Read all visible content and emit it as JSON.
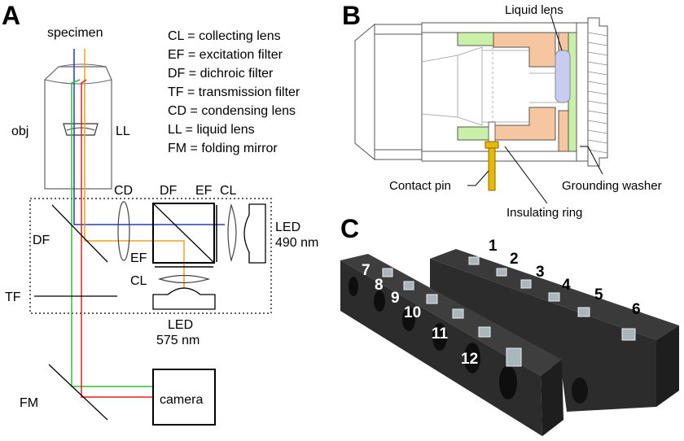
{
  "panels": {
    "a": "A",
    "b": "B",
    "c": "C"
  },
  "panel_a": {
    "specimen": "specimen",
    "legend": [
      "CL = collecting lens",
      "EF = excitation filter",
      "DF = dichroic filter",
      "TF = transmission filter",
      "CD = condensing lens",
      "LL = liquid lens",
      "FM = folding mirror"
    ],
    "obj": "obj",
    "ll": "LL",
    "cd": "CD",
    "df_top": "DF",
    "ef_top": "EF",
    "cl_top": "CL",
    "df_left": "DF",
    "ef_bottom": "EF",
    "cl_bottom": "CL",
    "tf": "TF",
    "fm": "FM",
    "led1_name": "LED",
    "led1_wavelength": "490 nm",
    "led2_name": "LED",
    "led2_wavelength": "575 nm",
    "camera": "camera",
    "colors": {
      "blue": "#2a3ab8",
      "orange": "#f0a020",
      "green": "#30c030",
      "red": "#e02020"
    }
  },
  "panel_b": {
    "liquid_lens": "Liquid lens",
    "contact_pin": "Contact pin",
    "insulating_ring": "Insulating ring",
    "grounding_washer": "Grounding washer",
    "colors": {
      "green": "#c8f0a8",
      "salmon": "#f5c6a0",
      "lens": "#c8ccf2",
      "pin": "#e8b800"
    }
  },
  "panel_c": {
    "numbers": [
      "1",
      "2",
      "3",
      "4",
      "5",
      "6",
      "7",
      "8",
      "9",
      "10",
      "11",
      "12"
    ]
  }
}
